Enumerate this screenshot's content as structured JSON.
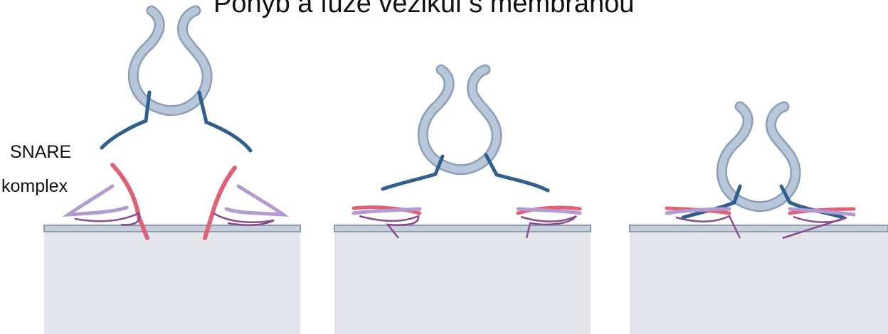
{
  "title": "Pohyb a fúze vezikul s membránou",
  "label": {
    "line1": "SNARE",
    "line2": "komplex"
  },
  "colors": {
    "vesicle_fill": "#b8c7d9",
    "vesicle_stroke": "#8a9fb8",
    "vsnare": "#2f5f8f",
    "tsnare_red": "#e06078",
    "tsnare_lilac": "#b39ad0",
    "tsnare_purple": "#8a4a90",
    "membrane": "#9aa7ba",
    "cell_fill": "#e4e5ea"
  }
}
